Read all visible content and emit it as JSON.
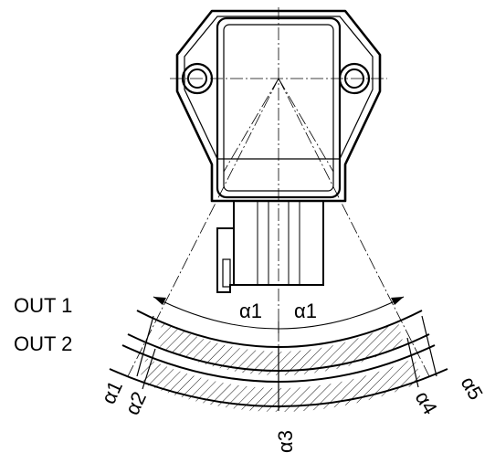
{
  "labels": {
    "out1": "OUT 1",
    "out2": "OUT 2",
    "a1_left": "α1",
    "a1_right": "α1",
    "a1": "α1",
    "a2": "α2",
    "a3": "α3",
    "a4": "α4",
    "a5": "α5"
  },
  "colors": {
    "line": "#000000",
    "background": "#ffffff",
    "hatch": "#000000"
  }
}
